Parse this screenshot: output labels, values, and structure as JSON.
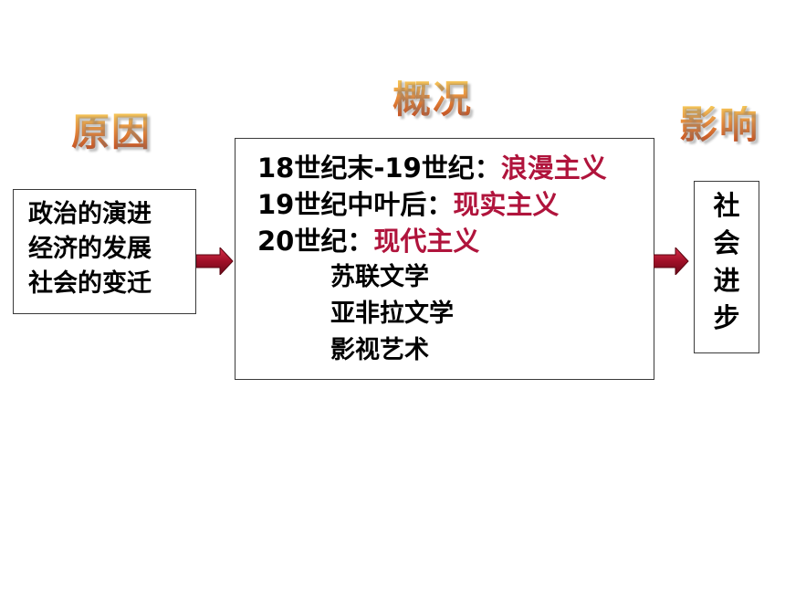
{
  "headings": {
    "cause": "原因",
    "overview": "概况",
    "impact": "影响"
  },
  "cause": {
    "lines": [
      "政治的演进",
      "经济的发展",
      "社会的变迁"
    ]
  },
  "overview": {
    "periods": [
      {
        "period": "18世纪末-19世纪：",
        "movement": "浪漫主义"
      },
      {
        "period": "19世纪中叶后：",
        "movement": "现实主义"
      },
      {
        "period": "20世纪：",
        "movement": "现代主义"
      }
    ],
    "sub_items": [
      "苏联文学",
      "亚非拉文学",
      "影视艺术"
    ]
  },
  "impact": {
    "chars": [
      "社",
      "会",
      "进",
      "步"
    ]
  },
  "colors": {
    "highlight": "#b0143c",
    "arrow": "#a01028"
  }
}
